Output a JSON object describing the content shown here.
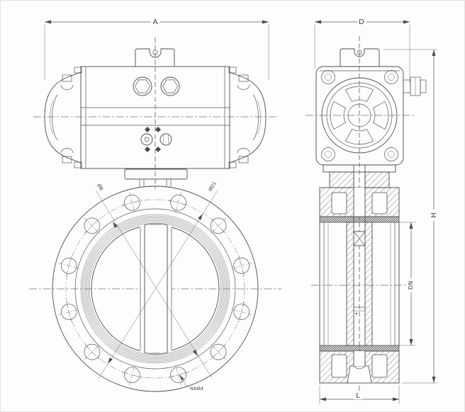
{
  "drawing": {
    "type": "technical-engineering-drawing",
    "subject": "butterfly valve with pneumatic actuator, four orthographic views",
    "dimension_labels": {
      "actuator_width": "A",
      "actuator_depth": "D",
      "total_height": "H",
      "nominal_bore": "DN",
      "face_to_face": "L",
      "body_diameter": "ØB",
      "bolt_circle_diameter": "ØD1",
      "bolt_holes_note": "NXØd"
    },
    "colors": {
      "line": "#4a4a4a",
      "background": "#fdfdfd",
      "hatch": "#606060"
    }
  }
}
